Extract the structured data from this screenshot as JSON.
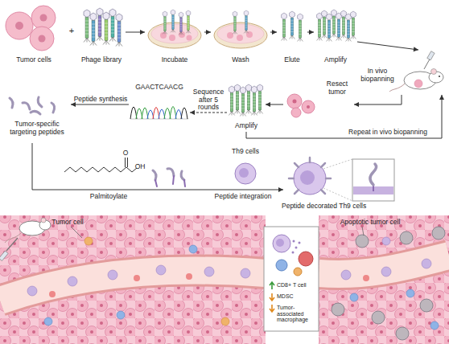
{
  "diagram": {
    "nodes": [
      {
        "text": [
          "Tumor cells"
        ]
      },
      {
        "text": [
          "Phage library"
        ]
      },
      {
        "text": [
          "Incubate"
        ]
      },
      {
        "text": [
          "Wash"
        ]
      },
      {
        "text": [
          "Elute"
        ]
      },
      {
        "text": [
          "Amplify"
        ]
      },
      {
        "text": [
          "In vivo biopanning"
        ]
      },
      {
        "text": [
          "Resect tumor"
        ]
      },
      {
        "text": [
          "Amplify"
        ]
      },
      {
        "text": [
          "GAACTCAACG"
        ]
      },
      {
        "text": [
          "Tumor-specific targeting peptides"
        ]
      },
      {
        "text": [
          "Th9 cells"
        ]
      },
      {
        "text": [
          "Peptide decorated Th9 cells"
        ]
      }
    ],
    "edges": [
      {
        "from": 1,
        "to": 2,
        "arrow": "to"
      },
      {
        "from": 2,
        "to": 3,
        "arrow": "to"
      },
      {
        "from": 3,
        "to": 4,
        "arrow": "to"
      },
      {
        "from": 4,
        "to": 5,
        "arrow": "to"
      },
      {
        "from": 5,
        "to": 6,
        "arrow": "to"
      },
      {
        "from": 6,
        "to": 7,
        "arrow": "to"
      },
      {
        "from": 7,
        "to": 8,
        "arrow": "to"
      },
      {
        "from": 8,
        "to": 9,
        "label": "Sequence after 5 rounds",
        "arrow": "to"
      },
      {
        "from": 9,
        "to": 10,
        "label": "Peptide synthesis",
        "arrow": "to"
      },
      {
        "from": 10,
        "to": 12,
        "label": "Palmitoylate",
        "arrow": "to"
      },
      {
        "from": 8,
        "to": 6,
        "label": "Repeat in vivo biopanning",
        "arrow": "to"
      }
    ],
    "labels": [
      "+",
      "O",
      "OH",
      "Peptide integration",
      "Tumor cell",
      "Apoptotic tumor cell"
    ],
    "legend": [
      {
        "text": "CD8+ T cell"
      },
      {
        "text": "MDSC"
      },
      {
        "text": "Tumor-associated macrophage"
      }
    ]
  }
}
